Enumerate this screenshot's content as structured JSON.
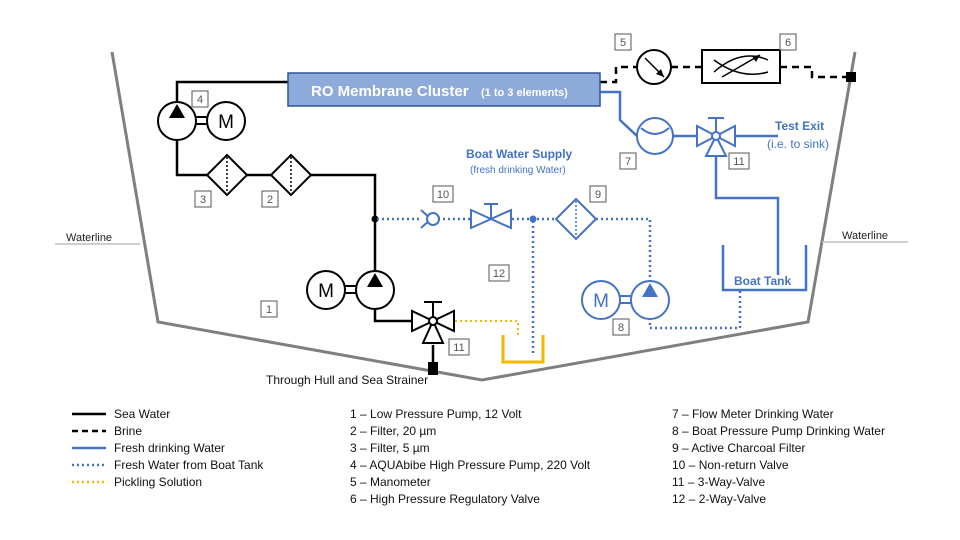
{
  "colors": {
    "sea_water": "#000000",
    "brine": "#000000",
    "fresh": "#4472c4",
    "fresh_dotted": "#4472c4",
    "pickling": "#f5b800",
    "hull": "#7f7f7f",
    "membrane_fill": "#8eaadb",
    "membrane_border": "#2f5597"
  },
  "labels": {
    "waterline_left": "Waterline",
    "waterline_right": "Waterline",
    "membrane_title": "RO Membrane Cluster",
    "membrane_sub": "(1 to 3 elements)",
    "boat_supply_title": "Boat Water  Supply",
    "boat_supply_sub": "(fresh drinking Water)",
    "test_exit_title": "Test Exit",
    "test_exit_sub": "(i.e. to sink)",
    "boat_tank": "Boat Tank",
    "through_hull": "Through Hull and Sea Strainer",
    "motor": "M"
  },
  "component_numbers": {
    "n1": "1",
    "n2": "2",
    "n3": "3",
    "n4": "4",
    "n5": "5",
    "n6": "6",
    "n7": "7",
    "n8": "8",
    "n9": "9",
    "n10": "10",
    "n11a": "11",
    "n11b": "11",
    "n12": "12"
  },
  "legend": [
    {
      "text": "Sea Water",
      "style": "solid",
      "color": "#000000"
    },
    {
      "text": "Brine",
      "style": "dashed",
      "color": "#000000"
    },
    {
      "text": "Fresh drinking Water",
      "style": "solid",
      "color": "#4472c4"
    },
    {
      "text": "Fresh Water from Boat Tank",
      "style": "dotted",
      "color": "#4472c4"
    },
    {
      "text": "Pickling Solution",
      "style": "dotted",
      "color": "#f5b800"
    }
  ],
  "key_col1": [
    "1 – Low Pressure Pump, 12 Volt",
    "2 – Filter, 20 µm",
    "3 – Filter, 5 µm",
    "4 – AQUAbibe High Pressure Pump, 220 Volt",
    "5 – Manometer",
    "6 – High Pressure Regulatory Valve"
  ],
  "key_col2": [
    "7 – Flow Meter Drinking Water",
    "8 – Boat Pressure Pump Drinking Water",
    "9 – Active Charcoal Filter",
    "10 – Non-return Valve",
    "11 – 3-Way-Valve",
    "12 – 2-Way-Valve"
  ]
}
